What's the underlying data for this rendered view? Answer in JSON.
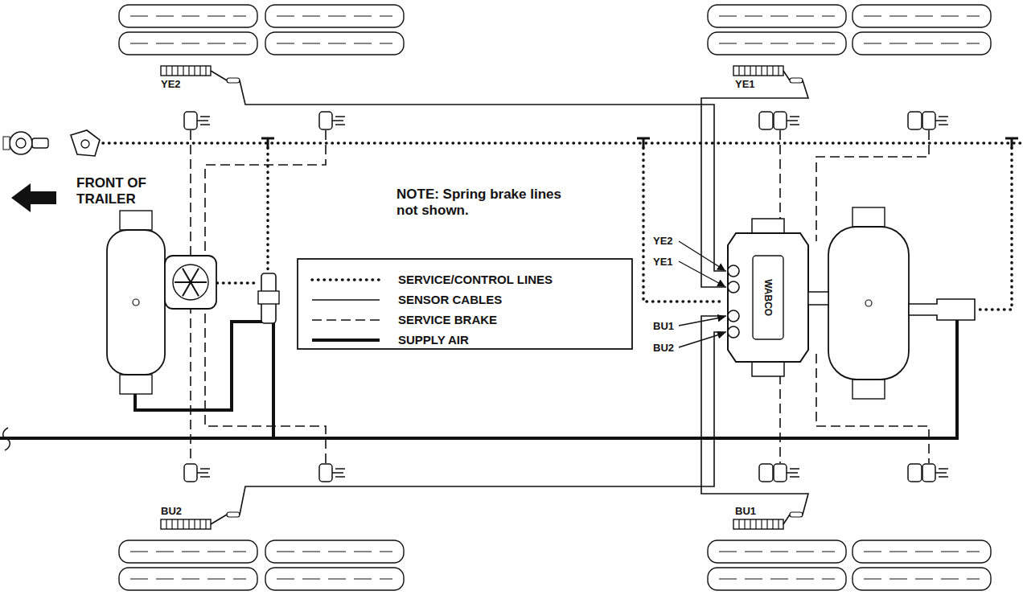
{
  "diagram": {
    "labels": [
      "FRONT OF TRAILER",
      "NOTE: Spring brake lines not shown.",
      "YE2",
      "YE1",
      "YE2",
      "YE1",
      "BU1",
      "BU2",
      "BU2",
      "BU1",
      "WABCO"
    ],
    "legend": [
      {
        "text": "SERVICE/CONTROL LINES"
      },
      {
        "text": "SENSOR CABLES"
      },
      {
        "text": "SERVICE BRAKE"
      },
      {
        "text": "SUPPLY AIR"
      }
    ]
  }
}
